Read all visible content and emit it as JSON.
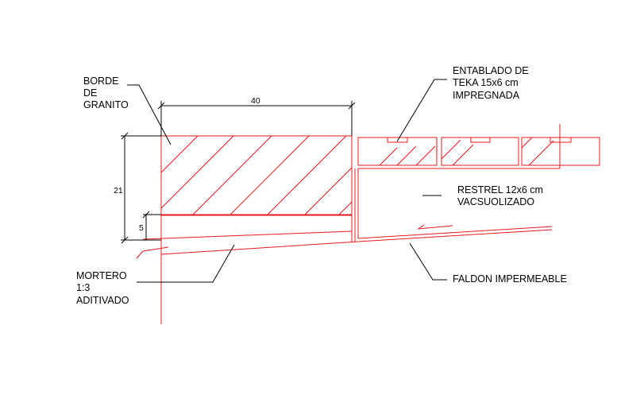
{
  "labels": {
    "borde": [
      "BORDE",
      "DE",
      "GRANITO"
    ],
    "entablado": [
      "ENTABLADO DE",
      "TEKA 15x6 cm",
      "IMPREGNADA"
    ],
    "restrel": [
      "RESTREL 12x6 cm",
      "VACSUOLIZADO"
    ],
    "mortero": [
      "MORTERO",
      "1:3",
      "ADITIVADO"
    ],
    "faldon": "FALDON IMPERMEABLE"
  },
  "dimensions": {
    "width": "40",
    "height": "21",
    "small": "5"
  },
  "colors": {
    "section_lines": "#e8181e",
    "annotation_lines": "#000000",
    "background": "#ffffff"
  }
}
